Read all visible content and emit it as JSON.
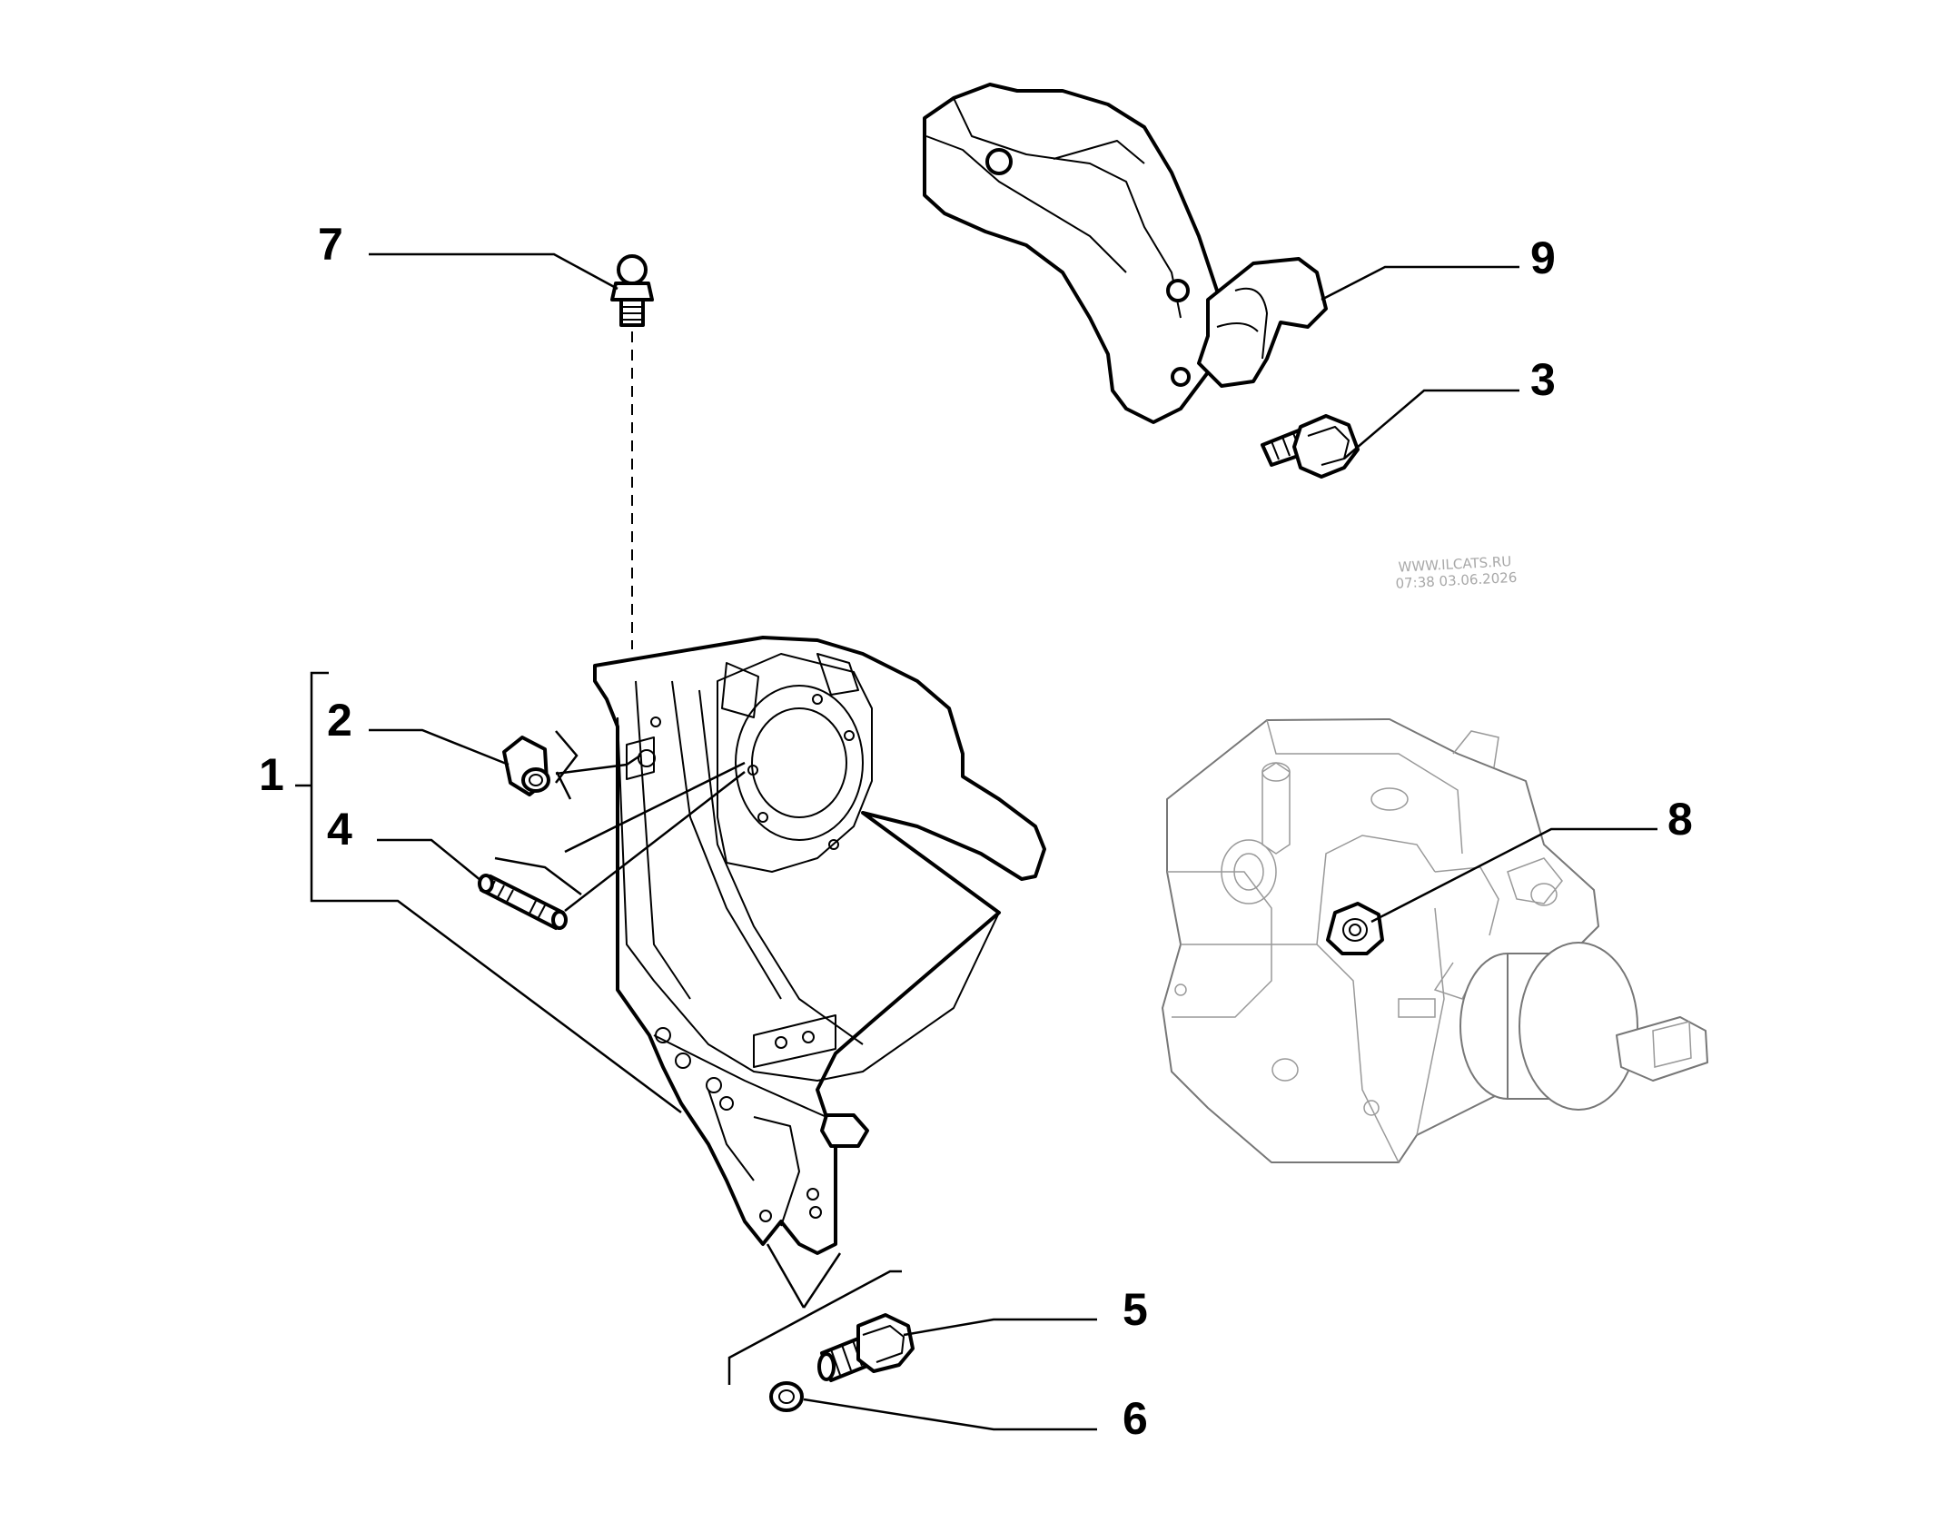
{
  "callouts": [
    {
      "id": "1",
      "label": "1"
    },
    {
      "id": "2",
      "label": "2"
    },
    {
      "id": "3",
      "label": "3"
    },
    {
      "id": "4",
      "label": "4"
    },
    {
      "id": "5",
      "label": "5"
    },
    {
      "id": "6",
      "label": "6"
    },
    {
      "id": "7",
      "label": "7"
    },
    {
      "id": "8",
      "label": "8"
    },
    {
      "id": "9",
      "label": "9"
    }
  ],
  "watermark": {
    "line1": "WWW.ILCATS.RU",
    "line2": "07:38 03.06.2026"
  }
}
